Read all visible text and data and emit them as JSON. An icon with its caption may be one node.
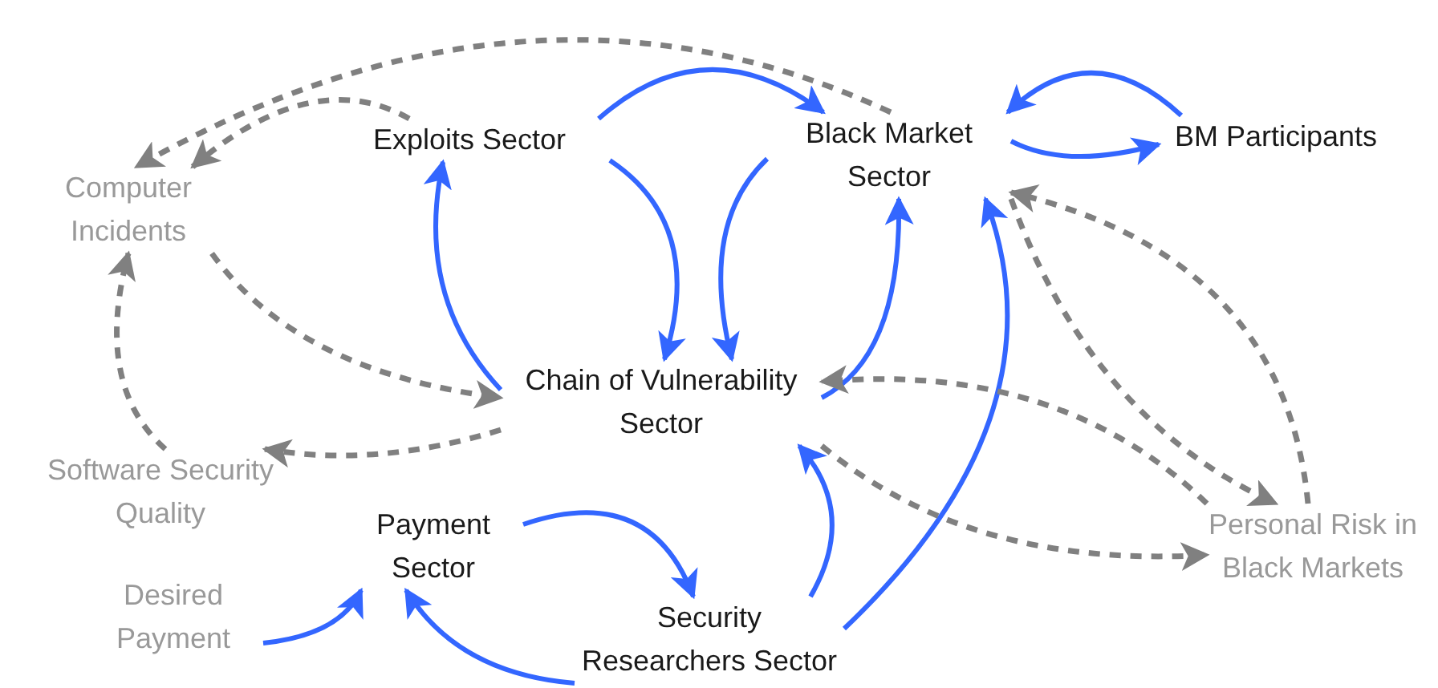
{
  "diagram": {
    "nodes": [
      {
        "text": [
          "Exploits Sector"
        ]
      },
      {
        "text": [
          "Black Market Sector"
        ]
      },
      {
        "text": [
          "BM Participants"
        ]
      },
      {
        "text": [
          "Computer Incidents"
        ]
      },
      {
        "text": [
          "Chain of Vulnerability Sector"
        ]
      },
      {
        "text": [
          "Software Security Quality"
        ]
      },
      {
        "text": [
          "Payment Sector"
        ]
      },
      {
        "text": [
          "Personal Risk in Black Markets"
        ]
      },
      {
        "text": [
          "Desired Payment"
        ]
      },
      {
        "text": [
          "Security Researchers Sector"
        ]
      }
    ],
    "edges": [
      {
        "from": 0,
        "to": 1,
        "arrow": "to"
      },
      {
        "from": 0,
        "to": 4,
        "arrow": "to"
      },
      {
        "from": 1,
        "to": 4,
        "arrow": "to"
      },
      {
        "from": 4,
        "to": 0,
        "arrow": "to"
      },
      {
        "from": 4,
        "to": 1,
        "arrow": "to"
      },
      {
        "from": 2,
        "to": 1,
        "arrow": "to"
      },
      {
        "from": 1,
        "to": 2,
        "arrow": "to"
      },
      {
        "from": 6,
        "to": 9,
        "arrow": "to"
      },
      {
        "from": 9,
        "to": 6,
        "arrow": "to"
      },
      {
        "from": 9,
        "to": 4,
        "arrow": "to"
      },
      {
        "from": 9,
        "to": 1,
        "arrow": "to"
      },
      {
        "from": 8,
        "to": 6,
        "arrow": "to"
      },
      {
        "from": 1,
        "to": 3,
        "arrow": "to",
        "style": "dashed",
        "color": "#808080"
      },
      {
        "from": 0,
        "to": 3,
        "arrow": "to",
        "style": "dashed",
        "color": "#808080"
      },
      {
        "from": 3,
        "to": 4,
        "arrow": "to",
        "style": "dashed",
        "color": "#808080"
      },
      {
        "from": 5,
        "to": 3,
        "arrow": "to",
        "style": "dashed",
        "color": "#808080"
      },
      {
        "from": 4,
        "to": 5,
        "arrow": "to",
        "style": "dashed",
        "color": "#808080"
      },
      {
        "from": 7,
        "to": 1,
        "arrow": "to",
        "style": "dashed",
        "color": "#808080"
      },
      {
        "from": 1,
        "to": 7,
        "arrow": "to",
        "style": "dashed",
        "color": "#808080"
      },
      {
        "from": 7,
        "to": 4,
        "arrow": "to",
        "style": "dashed",
        "color": "#808080"
      },
      {
        "from": 4,
        "to": 7,
        "arrow": "to",
        "style": "dashed",
        "color": "#808080"
      }
    ]
  }
}
